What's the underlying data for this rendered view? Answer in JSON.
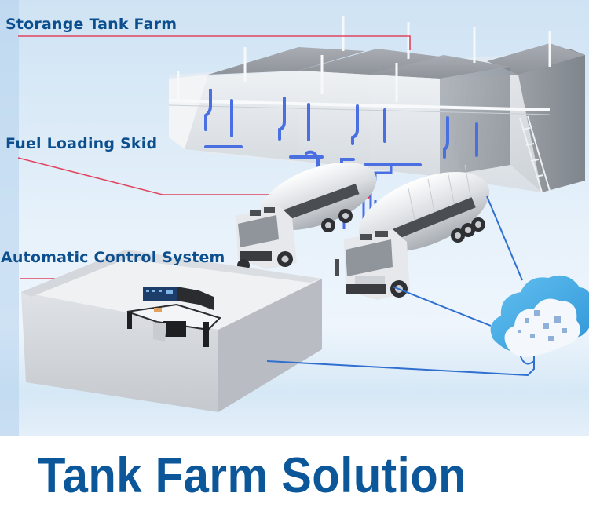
{
  "diagram": {
    "title": "Tank Farm Solution",
    "labels": [
      {
        "id": "storage",
        "text": "Storange Tank Farm"
      },
      {
        "id": "skid",
        "text": "Fuel Loading Skid"
      },
      {
        "id": "control",
        "text": "Automatic Control System"
      }
    ],
    "components": [
      "storage-tank-farm (4 tanks)",
      "fuel-loading-skid",
      "tanker-truck x2",
      "control-room",
      "cloud-network"
    ],
    "colors": {
      "label_text": "#0c4f8f",
      "title_text": "#0b5799",
      "leader_line": "#e0455e",
      "network_line": "#2f6fd0",
      "cloud": "#4fb0e8",
      "pipe": "#4a6fe0"
    }
  }
}
